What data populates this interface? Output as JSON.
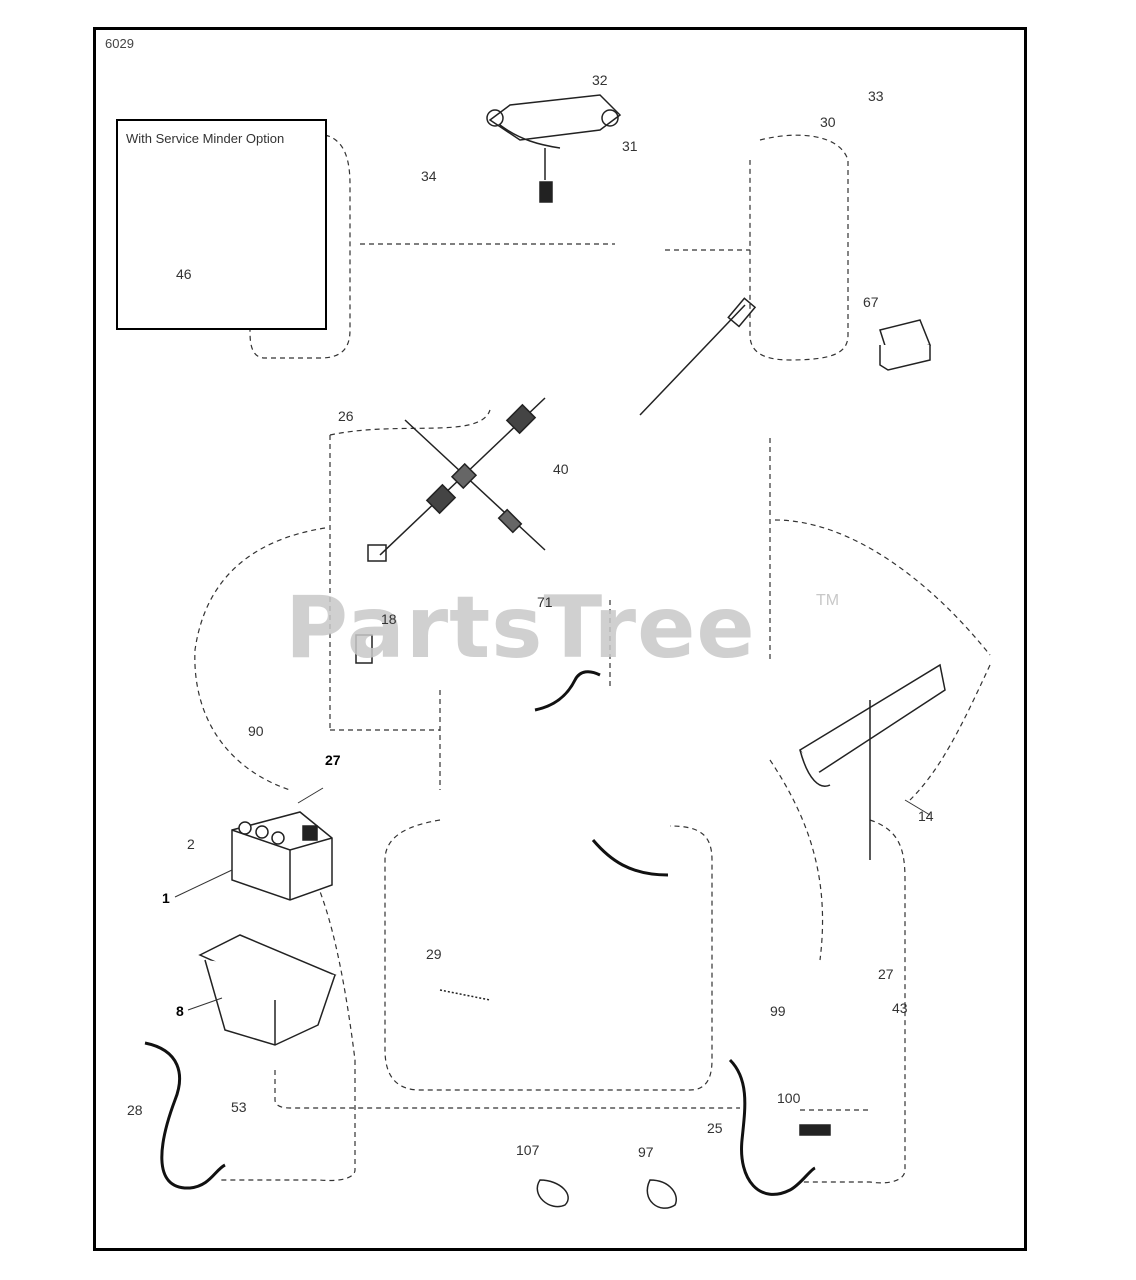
{
  "diagram": {
    "code": "6029",
    "inset_title": "With Service Minder Option",
    "watermark": "PartsTree",
    "trademark": "TM",
    "callouts": {
      "c32": "32",
      "c33": "33",
      "c30": "30",
      "c31": "31",
      "c34": "34",
      "c46": "46",
      "c67": "67",
      "c26": "26",
      "c40": "40",
      "c71": "71",
      "c18": "18",
      "c90": "90",
      "c27": "27",
      "c2": "2",
      "c1": "1",
      "c8": "8",
      "c29": "29",
      "c28": "28",
      "c53": "53",
      "c14": "14",
      "c99": "99",
      "c43": "43",
      "c27b": "27",
      "c25": "25",
      "c100": "100",
      "c107": "107",
      "c97": "97"
    }
  }
}
